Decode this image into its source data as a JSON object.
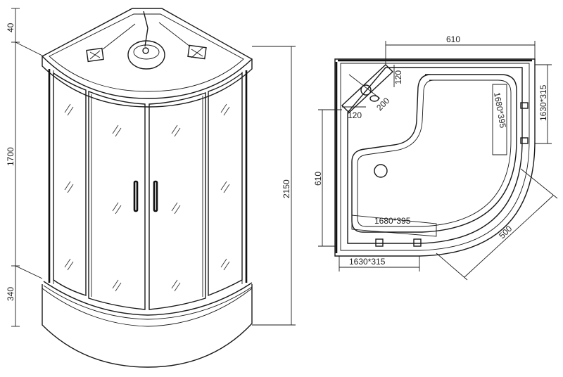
{
  "front_view": {
    "dims": {
      "top_height": "40",
      "door_height": "1700",
      "tray_height": "340",
      "total_height": "2150"
    }
  },
  "plan_view": {
    "dims": {
      "top_width": "610",
      "left_width": "610",
      "inner_top": "120",
      "inner_left": "120",
      "diagonal": "200",
      "glass_right": "1630*315",
      "glass_bottom": "1630*315",
      "panel_top": "1680*395",
      "panel_bottom": "1680*395",
      "radius": "500"
    }
  }
}
